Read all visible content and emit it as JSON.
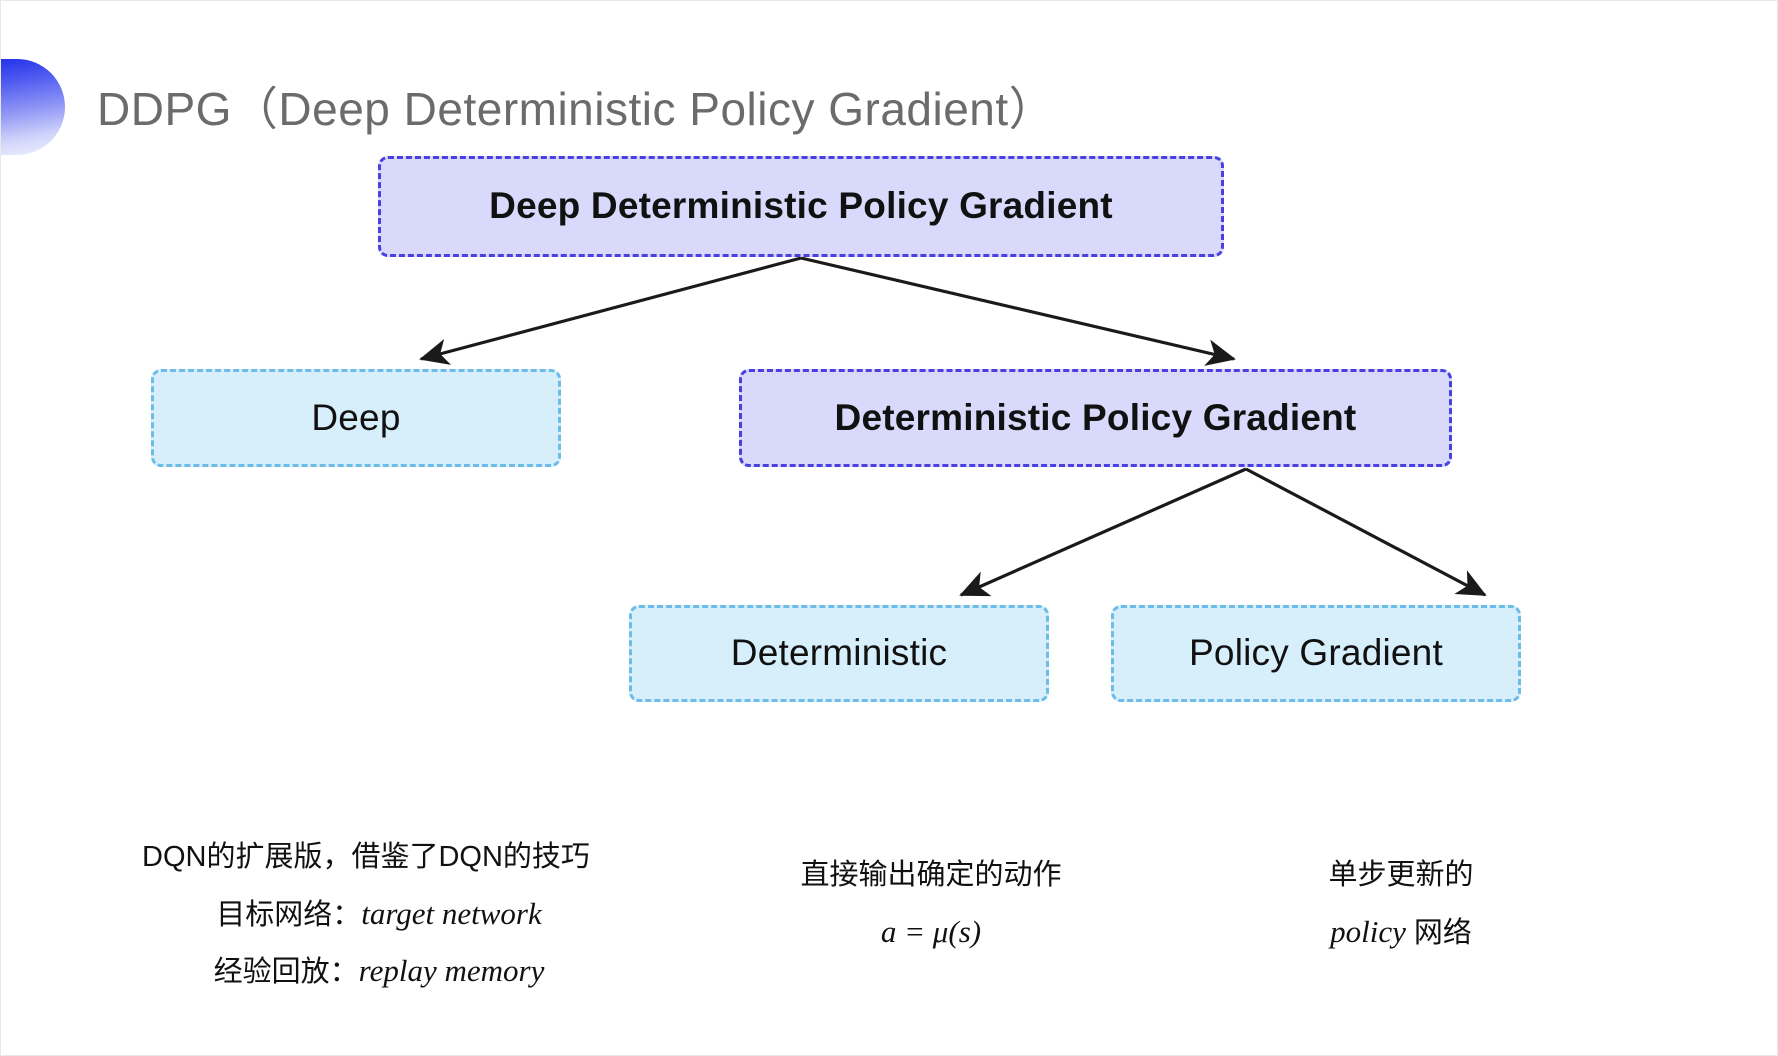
{
  "slide": {
    "title": "DDPG（Deep Deterministic Policy Gradient）",
    "background_color": "#ffffff",
    "title_color": "#6b6b6b",
    "decoration": {
      "name": "half-circle-gradient",
      "gradient_from": "#2230e8",
      "gradient_to": "#f2f3fe"
    }
  },
  "colors": {
    "purple_fill": "#d9d9fb",
    "purple_border": "#4a3fe0",
    "blue_fill": "#d7eefb",
    "blue_border": "#6dbce8",
    "arrow": "#1a1a1a",
    "text": "#111111"
  },
  "diagram": {
    "type": "tree",
    "nodes": [
      {
        "id": "root",
        "label": "Deep Deterministic Policy Gradient",
        "style": "purple",
        "level": 0
      },
      {
        "id": "deep",
        "label": "Deep",
        "style": "blue",
        "level": 1
      },
      {
        "id": "dpg",
        "label": "Deterministic Policy Gradient",
        "style": "purple",
        "level": 1
      },
      {
        "id": "det",
        "label": "Deterministic",
        "style": "blue",
        "level": 2
      },
      {
        "id": "pg",
        "label": "Policy Gradient",
        "style": "blue",
        "level": 2
      }
    ],
    "edges": [
      {
        "from": "root",
        "to": "deep"
      },
      {
        "from": "root",
        "to": "dpg"
      },
      {
        "from": "dpg",
        "to": "det"
      },
      {
        "from": "dpg",
        "to": "pg"
      }
    ]
  },
  "annotations": {
    "deep": {
      "line1": "DQN的扩展版，借鉴了DQN的技巧",
      "line2_label": "目标网络：",
      "line2_term": "target network",
      "line3_label": "经验回放：",
      "line3_term": "replay memory"
    },
    "deterministic": {
      "line1": "直接输出确定的动作",
      "formula": "a = μ(s)"
    },
    "policy_gradient": {
      "line1": "单步更新的",
      "line2_term": "policy",
      "line2_suffix": " 网络"
    }
  }
}
